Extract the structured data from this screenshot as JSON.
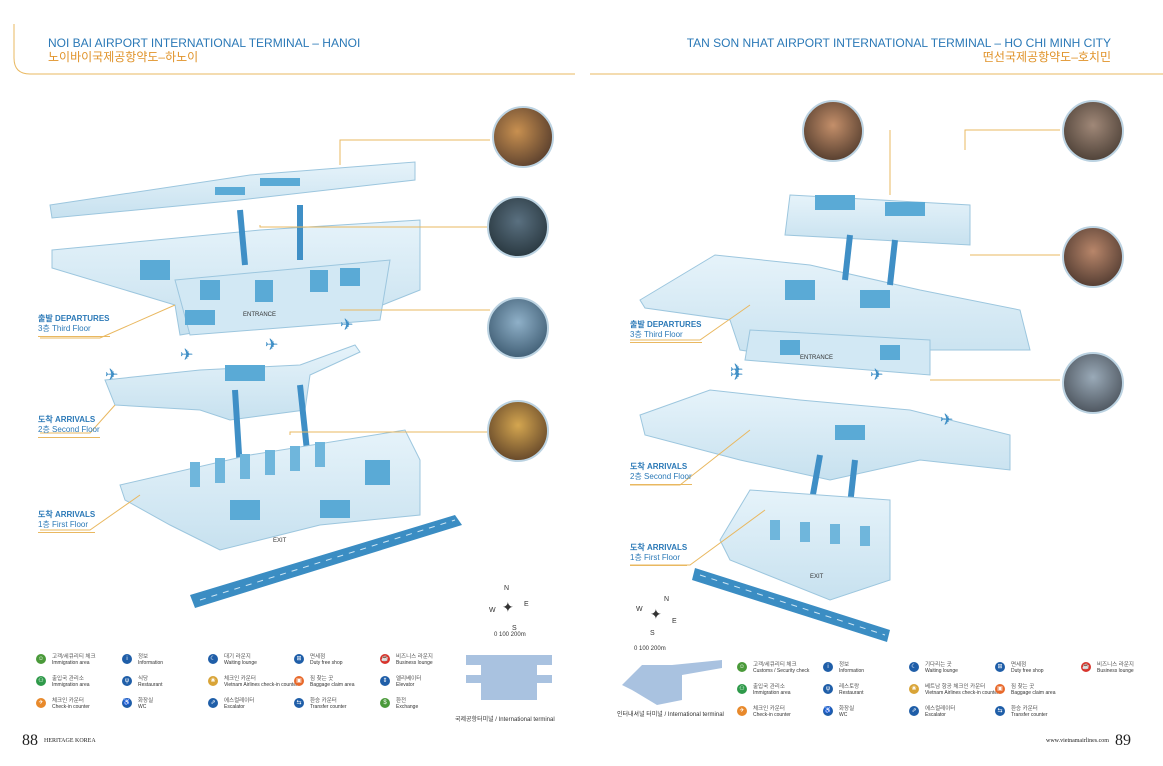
{
  "left_page": {
    "title_en": "NOI BAI AIRPORT INTERNATIONAL TERMINAL – HANOI",
    "title_ko": "노이바이국제공항약도–하노이",
    "floors": [
      {
        "ko": "출발",
        "en": "DEPARTURES",
        "floor_ko": "3층",
        "floor_en": "Third Floor"
      },
      {
        "ko": "도착",
        "en": "ARRIVALS",
        "floor_ko": "2층",
        "floor_en": "Second Floor"
      },
      {
        "ko": "도착",
        "en": "ARRIVALS",
        "floor_ko": "1층",
        "floor_en": "First Floor"
      }
    ],
    "entrance_label": "ENTRANCE",
    "exit_label": "EXIT",
    "compass": {
      "n": "N",
      "s": "S",
      "e": "E",
      "w": "W"
    },
    "scale": "0   100   200m",
    "terminal_caption": "국제공항터미널 / International terminal",
    "page_number": "88",
    "footer": "HERITAGE KOREA",
    "legend": [
      {
        "icon": "customs-icon",
        "ko": "고객/세큐리티 체크",
        "en": "Immigration area",
        "color": "#4a9a3a",
        "sym": "☺"
      },
      {
        "icon": "immigration-icon",
        "ko": "출입국 관리소",
        "en": "Immigration area",
        "color": "#2f9a4a",
        "sym": "⚇"
      },
      {
        "icon": "checkin-icon",
        "ko": "체크인 카운터",
        "en": "Check-in counter",
        "color": "#e8892b",
        "sym": "✈"
      },
      {
        "icon": "information-icon",
        "ko": "정보",
        "en": "Information",
        "color": "#1f5ea8",
        "sym": "i"
      },
      {
        "icon": "restaurant-icon",
        "ko": "식당",
        "en": "Restaurant",
        "color": "#1f5ea8",
        "sym": "ψ"
      },
      {
        "icon": "wc-icon",
        "ko": "화장실",
        "en": "WC",
        "color": "#1f5ea8",
        "sym": "♿"
      },
      {
        "icon": "waiting-lounge-icon",
        "ko": "대기 라운지",
        "en": "Waiting lounge",
        "color": "#1f5ea8",
        "sym": "☾"
      },
      {
        "icon": "vietnam-airlines-icon",
        "ko": "체크인 카운터",
        "en": "Vietnam Airlines check-in counter",
        "color": "#d9a437",
        "sym": "❀"
      },
      {
        "icon": "escalator-icon",
        "ko": "에스컬레이터",
        "en": "Escalator",
        "color": "#1f5ea8",
        "sym": "⇗"
      },
      {
        "icon": "duty-free-icon",
        "ko": "면세점",
        "en": "Duty free shop",
        "color": "#1f5ea8",
        "sym": "⊞"
      },
      {
        "icon": "baggage-claim-icon",
        "ko": "짐 찾는 곳",
        "en": "Baggage claim area",
        "color": "#e8692b",
        "sym": "▣"
      },
      {
        "icon": "transfer-icon",
        "ko": "환승 카운터",
        "en": "Transfer counter",
        "color": "#1f5ea8",
        "sym": "⇆"
      },
      {
        "icon": "business-lounge-icon",
        "ko": "비즈니스 라운지",
        "en": "Business lounge",
        "color": "#d8342c",
        "sym": "☕"
      },
      {
        "icon": "elevator-icon",
        "ko": "엘리베이터",
        "en": "Elevator",
        "color": "#1f5ea8",
        "sym": "⇕"
      },
      {
        "icon": "exchange-icon",
        "ko": "환전",
        "en": "Exchange",
        "color": "#4a9a3a",
        "sym": "$"
      }
    ]
  },
  "right_page": {
    "title_en": "TAN SON NHAT AIRPORT INTERNATIONAL TERMINAL – HO CHI MINH CITY",
    "title_ko": "떤선국제공항약도–호치민",
    "floors": [
      {
        "ko": "출발",
        "en": "DEPARTURES",
        "floor_ko": "3층",
        "floor_en": "Third Floor"
      },
      {
        "ko": "도착",
        "en": "ARRIVALS",
        "floor_ko": "2층",
        "floor_en": "Second Floor"
      },
      {
        "ko": "도착",
        "en": "ARRIVALS",
        "floor_ko": "1층",
        "floor_en": "First Floor"
      }
    ],
    "entrance_label": "ENTRANCE",
    "exit_label": "EXIT",
    "compass": {
      "n": "N",
      "s": "S",
      "e": "E",
      "w": "W"
    },
    "scale": "0   100   200m",
    "terminal_caption": "인터내셔널 터미널 / International terminal",
    "page_number": "89",
    "footer": "www.vietnamairlines.com",
    "legend": [
      {
        "icon": "customs-icon",
        "ko": "고객/세큐리티 체크",
        "en": "Customs / Security check",
        "color": "#4a9a3a",
        "sym": "☺"
      },
      {
        "icon": "immigration-icon",
        "ko": "출입국 관리소",
        "en": "Immigration area",
        "color": "#2f9a4a",
        "sym": "⚇"
      },
      {
        "icon": "checkin-icon",
        "ko": "체크인 카운터",
        "en": "Check-in counter",
        "color": "#e8892b",
        "sym": "✈"
      },
      {
        "icon": "information-icon",
        "ko": "정보",
        "en": "Information",
        "color": "#1f5ea8",
        "sym": "i"
      },
      {
        "icon": "restaurant-icon",
        "ko": "레스토랑",
        "en": "Restaurant",
        "color": "#1f5ea8",
        "sym": "ψ"
      },
      {
        "icon": "wc-icon",
        "ko": "화장실",
        "en": "WC",
        "color": "#1f5ea8",
        "sym": "♿"
      },
      {
        "icon": "waiting-lounge-icon",
        "ko": "기다리는 곳",
        "en": "Waiting lounge",
        "color": "#1f5ea8",
        "sym": "☾"
      },
      {
        "icon": "vietnam-airlines-icon",
        "ko": "베트남 항공 체크인 카운터",
        "en": "Vietnam Airlines check-in counter",
        "color": "#d9a437",
        "sym": "❀"
      },
      {
        "icon": "escalator-icon",
        "ko": "에스컬레이터",
        "en": "Escalator",
        "color": "#1f5ea8",
        "sym": "⇗"
      },
      {
        "icon": "duty-free-icon",
        "ko": "면세점",
        "en": "Duty free shop",
        "color": "#1f5ea8",
        "sym": "⊞"
      },
      {
        "icon": "baggage-claim-icon",
        "ko": "짐 찾는 곳",
        "en": "Baggage claim area",
        "color": "#e8692b",
        "sym": "▣"
      },
      {
        "icon": "transfer-icon",
        "ko": "환승 카운터",
        "en": "Transfer counter",
        "color": "#1f5ea8",
        "sym": "⇆"
      },
      {
        "icon": "business-lounge-icon",
        "ko": "비즈니스 라운지",
        "en": "Business lounge",
        "color": "#d8342c",
        "sym": "☕"
      }
    ]
  },
  "colors": {
    "title_blue": "#2b79b7",
    "title_orange": "#e0932a",
    "floor_light": "#d8ecf6",
    "floor_blue": "#4f9fcf",
    "accent_line": "#e9b860"
  }
}
